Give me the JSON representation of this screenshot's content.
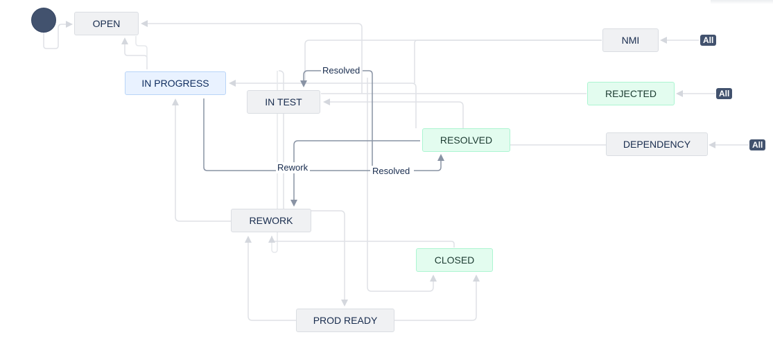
{
  "diagram": {
    "statuses": {
      "open": "OPEN",
      "in_progress": "IN PROGRESS",
      "in_test": "IN TEST",
      "resolved": "RESOLVED",
      "rework": "REWORK",
      "closed": "CLOSED",
      "prod_ready": "PROD READY",
      "nmi": "NMI",
      "rejected": "REJECTED",
      "dependency": "DEPENDENCY"
    },
    "global_badge": "All",
    "transition_labels": {
      "resolved_top": "Resolved",
      "rework": "Rework",
      "resolved_bottom": "Resolved"
    },
    "colors": {
      "todo_fill": "#f0f1f3",
      "inprogress_fill": "#e9f2ff",
      "done_fill": "#e3fcef",
      "badge": "#42526e",
      "start": "#42526e",
      "edge": "#dfe1e6",
      "edge_highlight": "#8993a4"
    }
  }
}
